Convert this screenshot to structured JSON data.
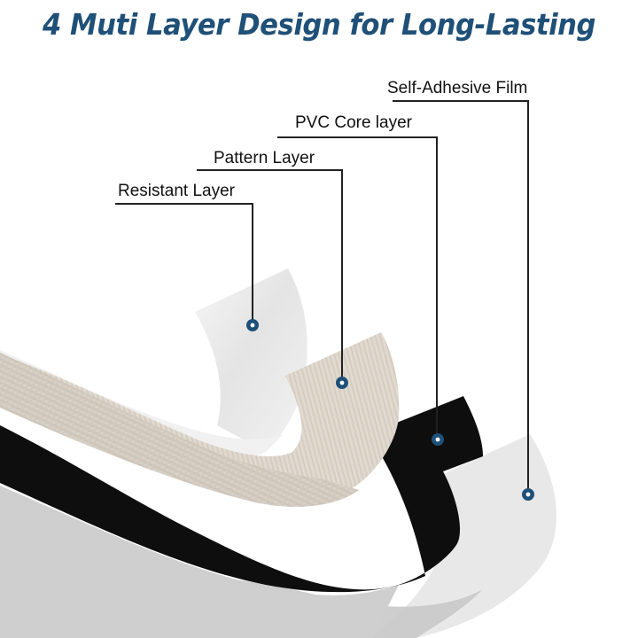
{
  "title": "4 Muti Layer Design for Long-Lasting",
  "colors": {
    "title": "#1f5078",
    "callout_dot": "#1f5078",
    "callout_line": "#222222",
    "resistant_layer": "#ececec",
    "pattern_layer": "#d9d2c9",
    "pvc_core_layer": "#0d0d0d",
    "adhesive_film": "#e6e6e6"
  },
  "layers": [
    {
      "name": "Resistant Layer"
    },
    {
      "name": "Pattern Layer"
    },
    {
      "name": "PVC Core layer"
    },
    {
      "name": "Self-Adhesive Film"
    }
  ]
}
